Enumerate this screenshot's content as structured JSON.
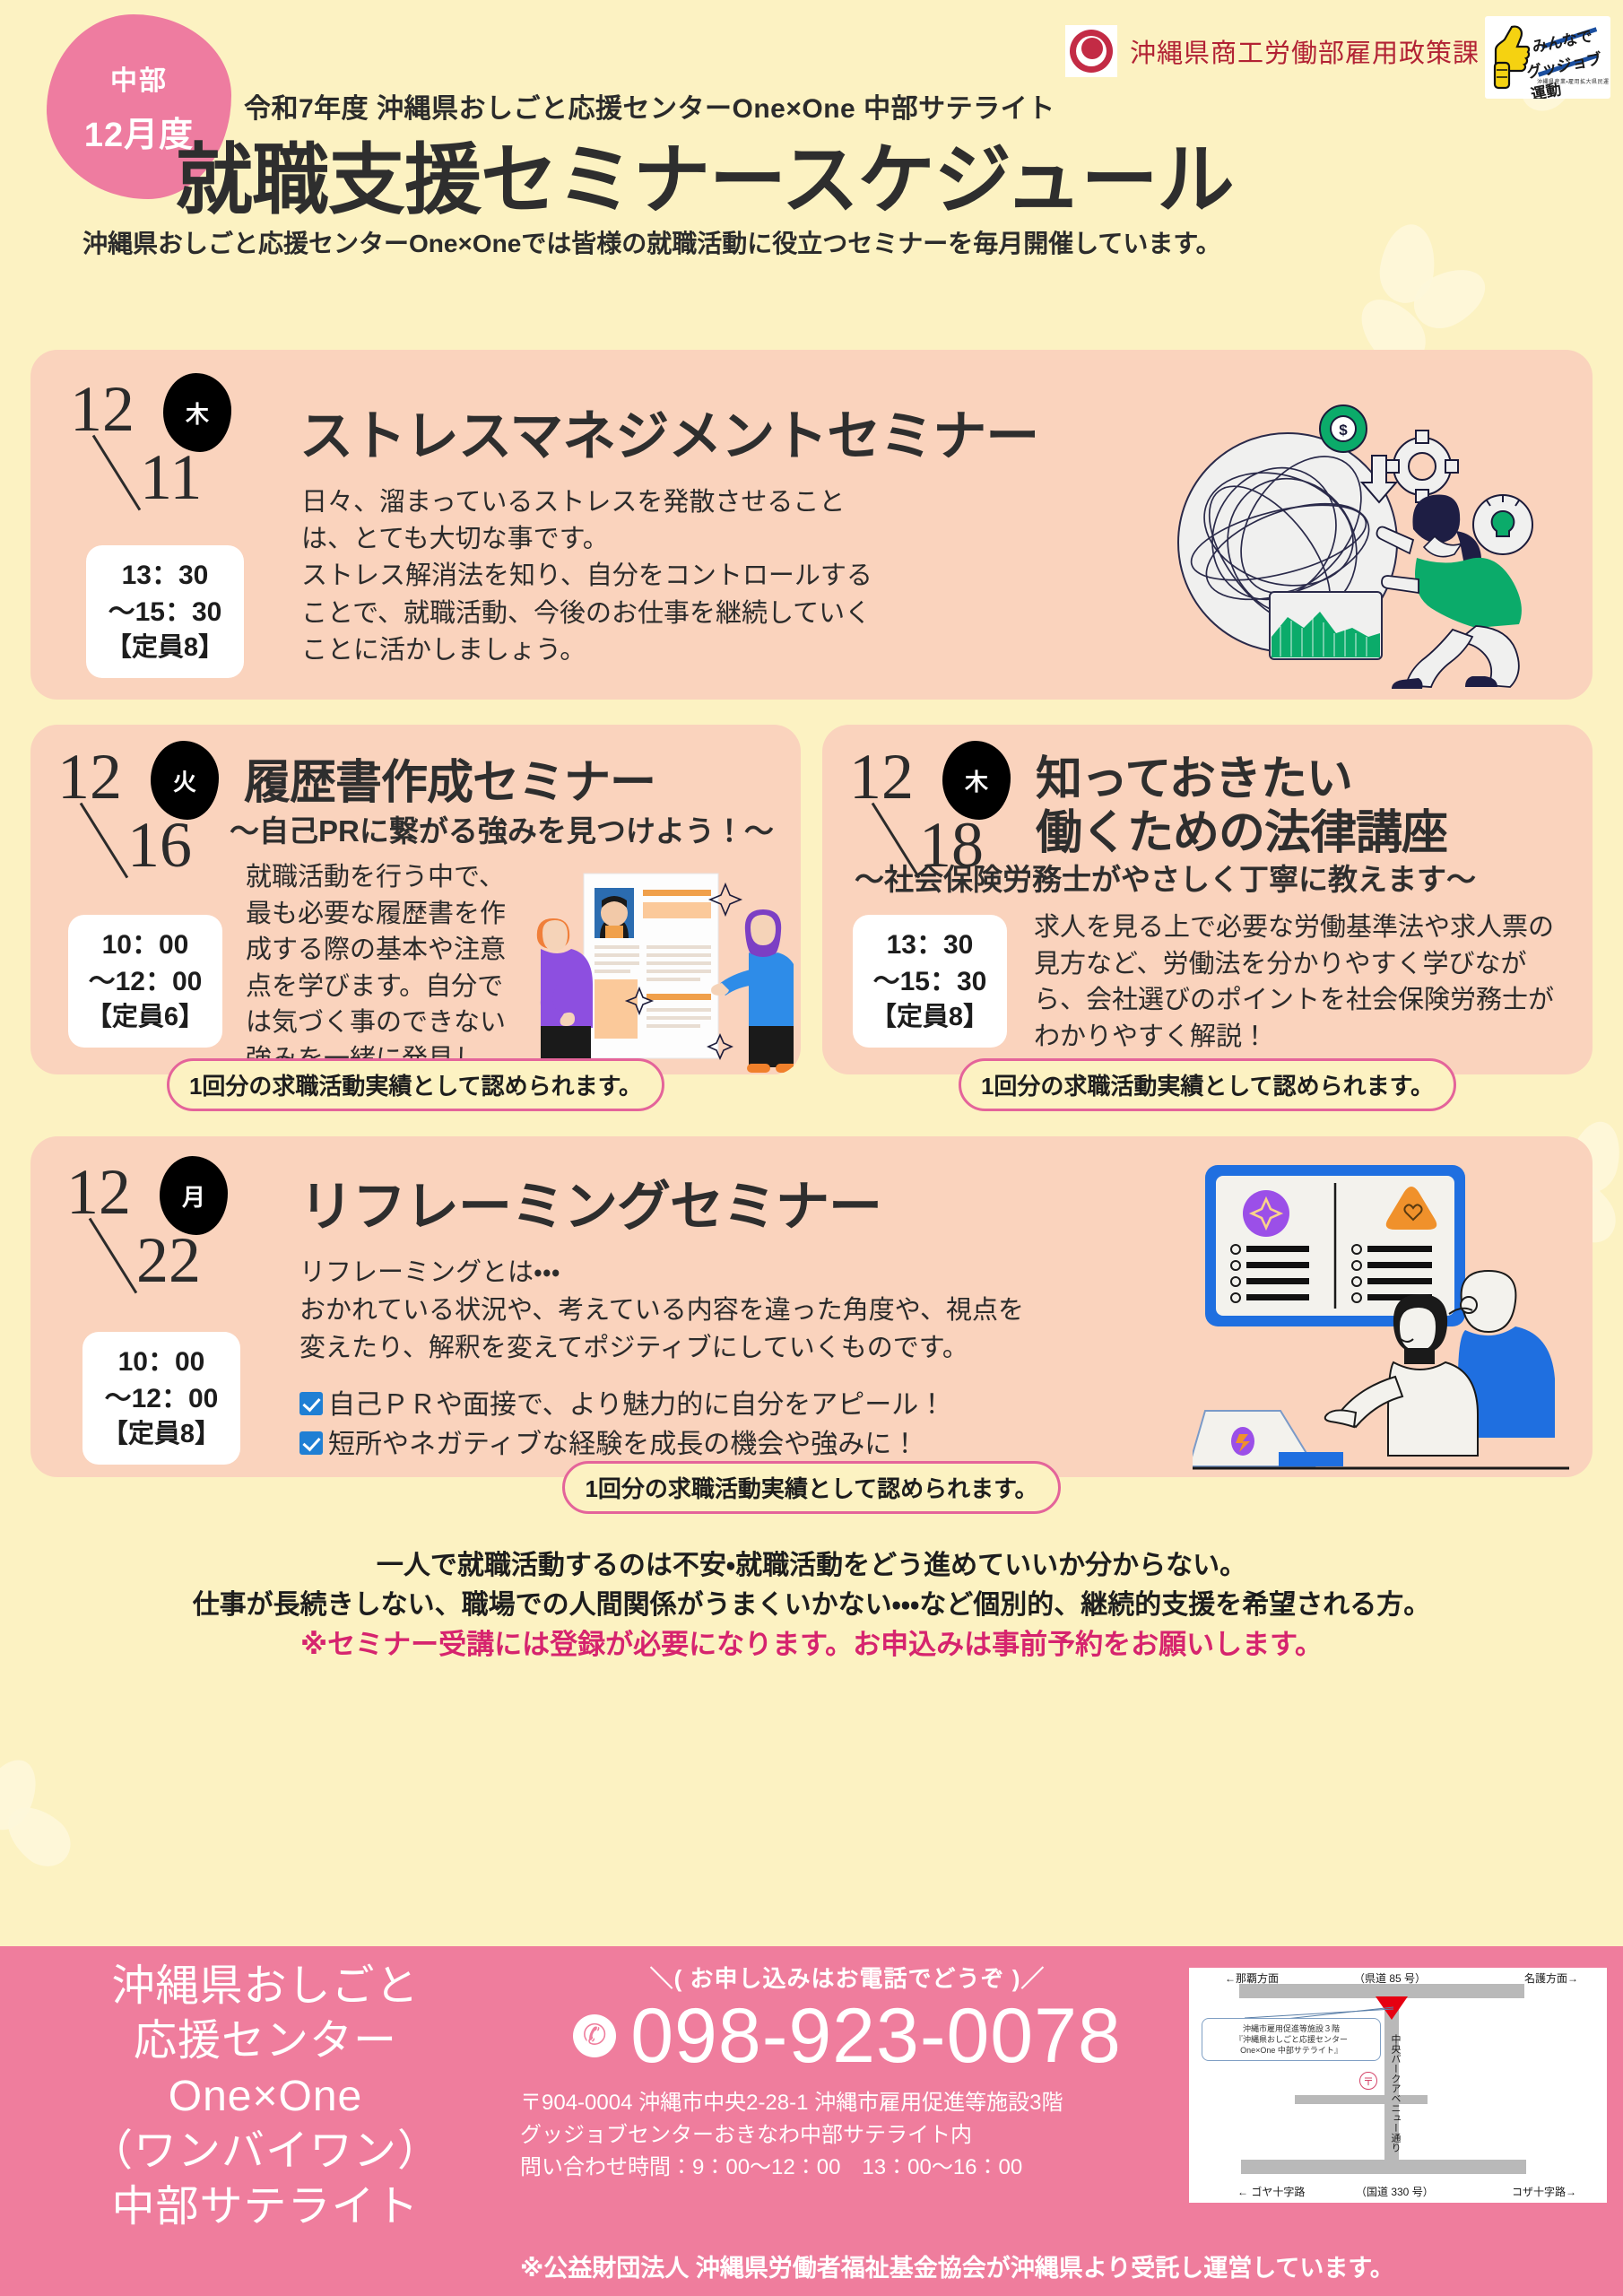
{
  "header": {
    "badge_region": "中部",
    "badge_month": "12月度",
    "gov_org": "沖縄県商工労働部雇用政策課",
    "gj_logo_line1": "みんなで",
    "gj_logo_line2": "グッジョブ運動",
    "gj_logo_small": "沖縄県産業・雇用拡大県民運動",
    "subtitle": "令和7年度 沖縄県おしごと応援センターOne×One 中部サテライト",
    "title": "就職支援セミナースケジュール",
    "note": "沖縄県おしごと応援センターOne×Oneでは皆様の就職活動に役立つセミナーを毎月開催しています。"
  },
  "seminars": [
    {
      "month": "12",
      "day": "11",
      "dow": "木",
      "time_start": "13：30",
      "time_end": "～15：30",
      "capacity": "【定員8】",
      "title": "ストレスマネジメントセミナー",
      "subtitle": "",
      "desc": "日々、溜まっているストレスを発散させることは、とても大切な事です。\nストレス解消法を知り、自分をコントロールすることで、就職活動、今後のお仕事を継続していくことに活かしましょう。",
      "credit": ""
    },
    {
      "month": "12",
      "day": "16",
      "dow": "火",
      "time_start": "10：00",
      "time_end": "～12：00",
      "capacity": "【定員6】",
      "title": "履歴書作成セミナー",
      "subtitle": "～自己PRに繋がる強みを見つけよう！～",
      "desc": "就職活動を行う中で、最も必要な履歴書を作成する際の基本や注意点を学びます。自分では気づく事のできない強みを一緒に発見し、自己PRに活かしてみませんか？",
      "credit": "1回分の求職活動実績として認められます。"
    },
    {
      "month": "12",
      "day": "18",
      "dow": "木",
      "time_start": "13：30",
      "time_end": "～15：30",
      "capacity": "【定員8】",
      "title_line1": "知っておきたい",
      "title_line2": "働くための法律講座",
      "subtitle": "～社会保険労務士がやさしく丁寧に教えます～",
      "desc": "求人を見る上で必要な労働基準法や求人票の見方など、労働法を分かりやすく学びながら、会社選びのポイントを社会保険労務士がわかりやすく解説！",
      "credit": "1回分の求職活動実績として認められます。"
    },
    {
      "month": "12",
      "day": "22",
      "dow": "月",
      "time_start": "10：00",
      "time_end": "～12：00",
      "capacity": "【定員8】",
      "title": "リフレーミングセミナー",
      "desc_line1": "リフレーミングとは・・・",
      "desc_line2": "おかれている状況や、考えている内容を違った角度や、視点を",
      "desc_line3": "変えたり、解釈を変えてポジティブにしていくものです。",
      "check1": "自己ＰＲや面接で、より魅力的に自分をアピール！",
      "check2": "短所やネガティブな経験を成長の機会や強みに！",
      "credit": "1回分の求職活動実績として認められます。"
    }
  ],
  "notice": {
    "line1": "一人で就職活動するのは不安・就職活動をどう進めていいか分からない。",
    "line2": "仕事が長続きしない、職場での人間関係がうまくいかない・・・など個別的、継続的支援を希望される方。",
    "line3": "※セミナー受講には登録が必要になります。お申込みは事前予約をお願いします。"
  },
  "footer": {
    "org_line1": "沖縄県おしごと",
    "org_line2": "応援センター",
    "org_line3": "One×One",
    "org_line4": "（ワンバイワン）",
    "org_line5": "中部サテライト",
    "call_label": "＼( お申し込みはお電話でどうぞ )／",
    "phone": "098-923-0078",
    "address1": "〒904-0004 沖縄市中央2-28-1 沖縄市雇用促進等施設3階",
    "address2": "グッジョブセンターおきなわ中部サテライト内",
    "hours": "問い合わせ時間：9：00～12：00　13：00～16：00",
    "disclaimer": "※公益財団法人 沖縄県労働者福祉基金協会が沖縄県より受託し運営しています。"
  },
  "map": {
    "top_left": "←那覇方面",
    "top_center": "（県道 85 号）",
    "top_right": "名護方面→",
    "bottom_left": "← ゴヤ十字路",
    "bottom_center": "（国道 330 号）",
    "bottom_right": "コザ十字路→",
    "vertical_road": "中央パークアベニュー通り",
    "callout_line1": "沖縄市雇用促進等施設３階",
    "callout_line2": "『沖縄県おしごと応援センター",
    "callout_line3": "One×One 中部サテライト』",
    "post_icon": "〒"
  },
  "colors": {
    "bg": "#fcf2c2",
    "card": "#fad3bd",
    "pink": "#ef7d9d",
    "badge_pink": "#ee7ca0",
    "accent_magenta": "#d6246e",
    "gov_red": "#c32b45",
    "check_blue": "#1f7fd4"
  }
}
